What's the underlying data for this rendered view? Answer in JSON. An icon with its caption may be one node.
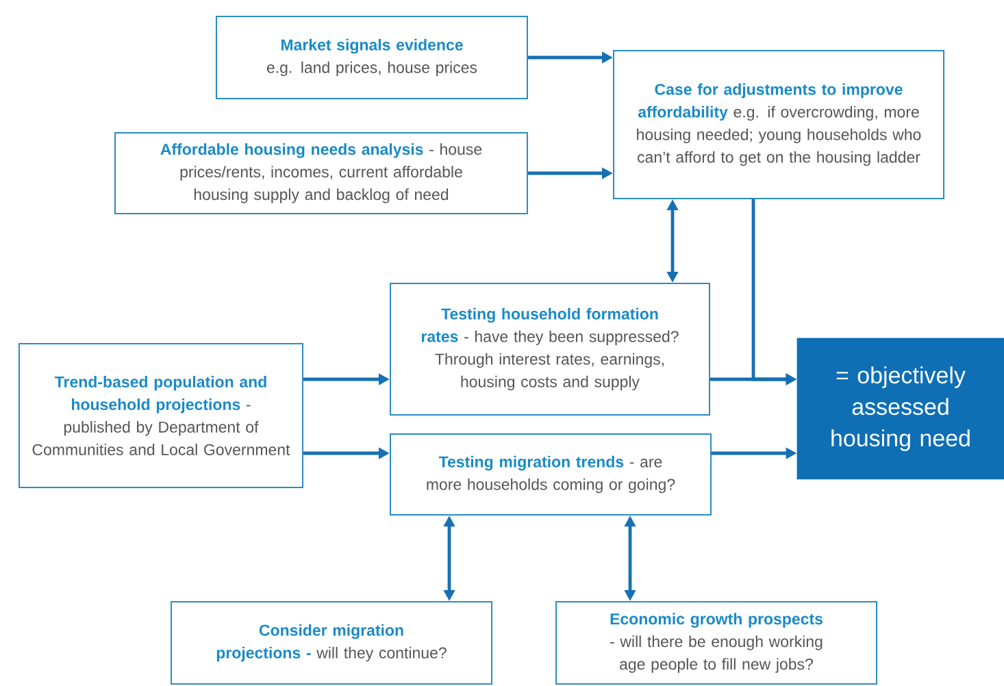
{
  "diagram": {
    "nodes": [
      {
        "text": [
          "Market signals evidence",
          "e.g. land prices, house prices"
        ]
      },
      {
        "text": [
          "Case for adjustments to improve affordability",
          "e.g. if overcrowding, more housing needed; young households who can’t afford to get on the housing ladder"
        ]
      },
      {
        "text": [
          "Affordable housing needs analysis",
          "- house prices/rents, incomes, current affordable housing supply and backlog of need"
        ]
      },
      {
        "text": [
          "Testing household formation rates",
          "- have they been suppressed? Through interest rates, earnings, housing costs and supply"
        ]
      },
      {
        "text": [
          "Trend-based population and household projections",
          "- published by Department of Communities and Local Government"
        ]
      },
      {
        "text": [
          "= objectively assessed housing need"
        ]
      },
      {
        "text": [
          "Testing migration trends",
          "- are more households coming or going?"
        ]
      },
      {
        "text": [
          "Consider migration projections -",
          "will they continue?"
        ]
      },
      {
        "text": [
          "Economic growth prospects",
          "- will there be enough working age people to fill new jobs?"
        ]
      }
    ],
    "edges": [
      {
        "from": 0,
        "to": 1,
        "arrow": "to"
      },
      {
        "from": 2,
        "to": 1,
        "arrow": "to"
      },
      {
        "from": 1,
        "to": 3,
        "arrow": "both"
      },
      {
        "from": 1,
        "to": 5,
        "arrow": "to"
      },
      {
        "from": 3,
        "to": 5,
        "arrow": "to"
      },
      {
        "from": 4,
        "to": 3,
        "arrow": "to"
      },
      {
        "from": 4,
        "to": 6,
        "arrow": "to"
      },
      {
        "from": 6,
        "to": 5,
        "arrow": "to"
      },
      {
        "from": 7,
        "to": 6,
        "arrow": "both"
      },
      {
        "from": 8,
        "to": 6,
        "arrow": "both"
      }
    ]
  }
}
